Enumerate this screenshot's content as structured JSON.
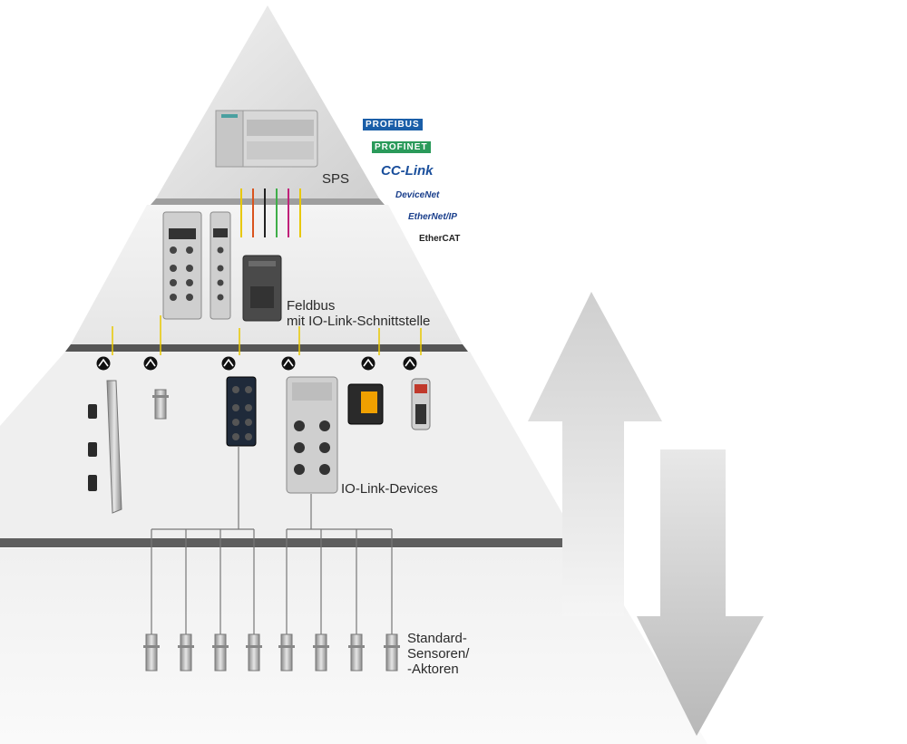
{
  "levels": {
    "sps": {
      "label": "SPS"
    },
    "feldbus": {
      "line1": "Feldbus",
      "line2": "mit IO-Link-Schnittstelle"
    },
    "iolink": {
      "label": "IO-Link-Devices"
    },
    "standard": {
      "line1": "Standard-",
      "line2": "Sensoren/",
      "line3": "-Aktoren"
    }
  },
  "protocols": [
    "PROFIBUS",
    "PROFINET",
    "CC-Link",
    "DeviceNet",
    "EtherNet/IP",
    "EtherCAT"
  ],
  "colors": {
    "tier_light": "#eeeeee",
    "tier_mid": "#d9d9d9",
    "io_link_wire": "#e8c800",
    "separator": "#555555",
    "arrow": "#c9c9c9"
  }
}
